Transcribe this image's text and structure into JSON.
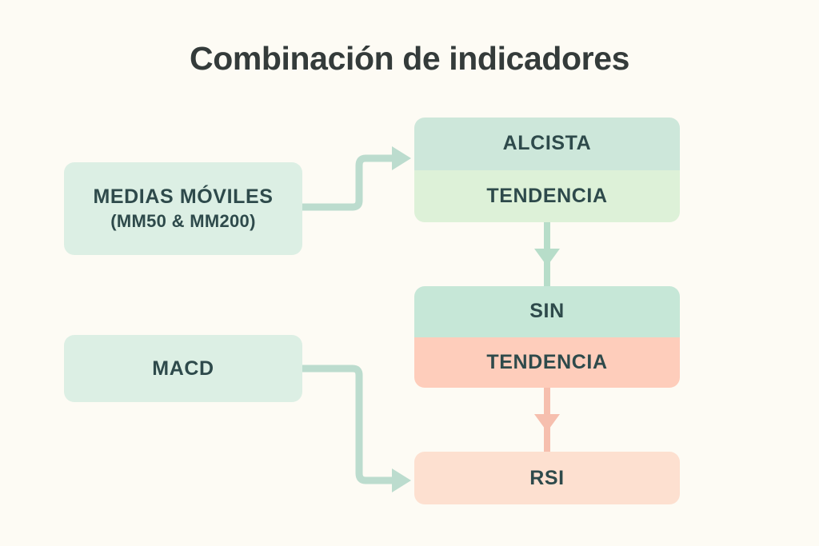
{
  "page": {
    "title": "Combinación de indicadores",
    "background_color": "#fdfbf4",
    "title_color": "#343b3a"
  },
  "colors": {
    "text_dark": "#2e4a4b",
    "mint_box": "#dcefe4",
    "mint_band": "#cde7da",
    "green_band": "#ddf1d8",
    "mint_band_strong": "#c6e7d7",
    "salmon_band": "#fecdbb",
    "peach_box": "#fde0d0",
    "connector_mint": "#bcdcce",
    "connector_salmon": "#f6bfae"
  },
  "inputs": [
    {
      "id": "medias-moviles",
      "label": "MEDIAS MÓVILES",
      "sublabel": "(MM50 & MM200)"
    },
    {
      "id": "macd",
      "label": "MACD",
      "sublabel": ""
    }
  ],
  "outputs": [
    {
      "id": "alcista-tendencia",
      "top_label": "ALCISTA",
      "bottom_label": "TENDENCIA",
      "top_color": "#cde7da",
      "bottom_color": "#ddf1d8"
    },
    {
      "id": "sin-tendencia",
      "top_label": "SIN",
      "bottom_label": "TENDENCIA",
      "top_color": "#c6e7d7",
      "bottom_color": "#fecdbb"
    },
    {
      "id": "rsi",
      "top_label": "RSI",
      "bottom_label": "",
      "top_color": "#fde0d0",
      "bottom_color": "#fde0d0"
    }
  ],
  "connectors": [
    {
      "id": "medias-to-alcista",
      "from": "medias-moviles",
      "to": "alcista-tendencia",
      "color": "#bcdcce"
    },
    {
      "id": "macd-to-rsi",
      "from": "macd",
      "to": "rsi",
      "color": "#bcdcce"
    },
    {
      "id": "alcista-to-sin",
      "from": "alcista-tendencia",
      "to": "sin-tendencia",
      "color": "#b7ddc9"
    },
    {
      "id": "sin-to-rsi",
      "from": "sin-tendencia",
      "to": "rsi",
      "color": "#f6bfae"
    }
  ]
}
